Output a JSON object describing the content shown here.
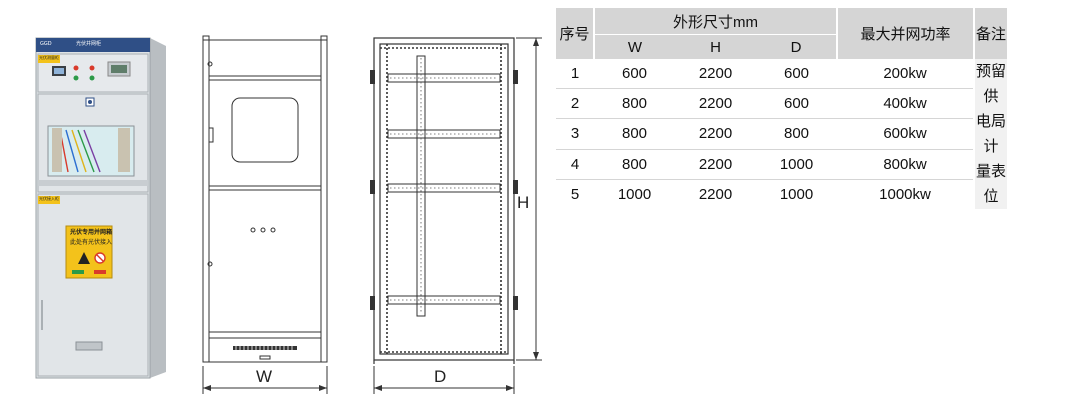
{
  "cabinet_labels": {
    "model": "GGD",
    "top_nameplate": "光伏并网柜",
    "upper_tag": "光伏测量柜",
    "lower_tag": "光伏接入柜",
    "warning_title": "光伏专用并网箱",
    "warning_text": "此处有光伏接入"
  },
  "dimension_labels": {
    "width": "W",
    "depth": "D",
    "height": "H"
  },
  "table": {
    "headers": {
      "index": "序号",
      "dimensions_group": "外形尺寸mm",
      "w": "W",
      "h": "H",
      "d": "D",
      "max_power": "最大并网功率",
      "notes": "备注"
    },
    "rows": [
      {
        "index": "1",
        "w": "600",
        "h": "2200",
        "d": "600",
        "power": "200kw"
      },
      {
        "index": "2",
        "w": "800",
        "h": "2200",
        "d": "600",
        "power": "400kw"
      },
      {
        "index": "3",
        "w": "800",
        "h": "2200",
        "d": "800",
        "power": "600kw"
      },
      {
        "index": "4",
        "w": "800",
        "h": "2200",
        "d": "1000",
        "power": "800kw"
      },
      {
        "index": "5",
        "w": "1000",
        "h": "2200",
        "d": "1000",
        "power": "1000kw"
      }
    ],
    "note_lines": [
      "预留供",
      "电局计",
      "量表位"
    ]
  },
  "colors": {
    "cabinet_body": "#dfe3e6",
    "cabinet_header": "#2f4f86",
    "tag_yellow": "#f3c21b",
    "line": "#333333",
    "table_header": "#d5d5d5",
    "table_note_bg": "#f1f1f1"
  }
}
